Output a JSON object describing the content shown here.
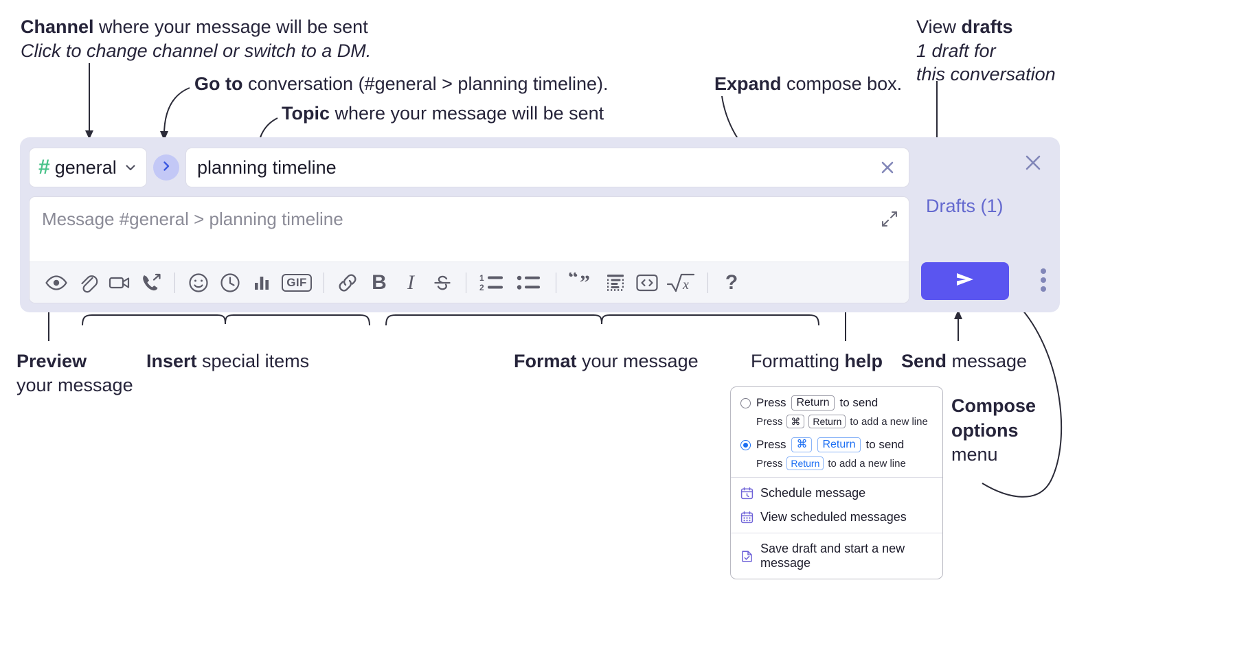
{
  "annotations": {
    "channel": {
      "bold": "Channel",
      "rest": " where your message will be sent",
      "italic": "Click to change channel or switch to a DM."
    },
    "goto": {
      "bold": "Go to",
      "rest": " conversation (#general > planning timeline)."
    },
    "topic": {
      "bold": "Topic",
      "rest": " where your message will be sent"
    },
    "expand": {
      "bold": "Expand",
      "rest": " compose box."
    },
    "drafts": {
      "pre": "View ",
      "bold": "drafts",
      "italic_line1": "1 draft for",
      "italic_line2": "this conversation"
    },
    "preview": {
      "bold": "Preview",
      "line2": "your message"
    },
    "insert": {
      "bold": "Insert",
      "rest": " special items"
    },
    "format": {
      "bold": "Format",
      "rest": " your message"
    },
    "formatting_help": {
      "pre": "Formatting ",
      "bold": "help"
    },
    "send": {
      "bold": "Send",
      "rest": " message"
    },
    "compose_options": {
      "bold_line1": "Compose",
      "bold_line2": "options",
      "line3": "menu"
    }
  },
  "compose": {
    "channel": {
      "hash": "#",
      "name": "general",
      "chevron_icon": "chevron-down-icon"
    },
    "goto_icon": "chevron-right-icon",
    "topic": {
      "value": "planning timeline",
      "clear_icon": "close-icon"
    },
    "message": {
      "placeholder": "Message #general > planning timeline",
      "value": "",
      "expand_icon": "expand-icon"
    },
    "toolbar": [
      {
        "name": "preview-icon",
        "label": "Preview"
      },
      {
        "name": "attachment-icon",
        "label": "Attach file"
      },
      {
        "name": "video-icon",
        "label": "Video clip"
      },
      {
        "name": "audio-call-icon",
        "label": "Audio clip"
      },
      {
        "name": "divider",
        "label": ""
      },
      {
        "name": "emoji-icon",
        "label": "Emoji"
      },
      {
        "name": "reminder-clock-icon",
        "label": "Reminder"
      },
      {
        "name": "poll-bar-chart-icon",
        "label": "Poll"
      },
      {
        "name": "gif-icon",
        "label": "GIF"
      },
      {
        "name": "divider",
        "label": ""
      },
      {
        "name": "link-icon",
        "label": "Link"
      },
      {
        "name": "bold-icon",
        "label": "B"
      },
      {
        "name": "italic-icon",
        "label": "I"
      },
      {
        "name": "strikethrough-icon",
        "label": "Strikethrough"
      },
      {
        "name": "divider",
        "label": ""
      },
      {
        "name": "ordered-list-icon",
        "label": "Ordered list"
      },
      {
        "name": "bulleted-list-icon",
        "label": "Bulleted list"
      },
      {
        "name": "divider",
        "label": ""
      },
      {
        "name": "blockquote-icon",
        "label": "Blockquote"
      },
      {
        "name": "code-block-icon",
        "label": "Code block"
      },
      {
        "name": "inline-code-icon",
        "label": "Code"
      },
      {
        "name": "math-icon",
        "label": "Math"
      },
      {
        "name": "divider",
        "label": ""
      },
      {
        "name": "help-question-icon",
        "label": "?"
      }
    ],
    "rail": {
      "close_icon": "close-icon",
      "drafts_label": "Drafts (1)",
      "send_icon": "send-paper-plane-icon",
      "kebab_icon": "more-vertical-icon"
    }
  },
  "popup": {
    "option1": {
      "selected": false,
      "pre": "Press ",
      "key": "Return",
      "post": " to send",
      "sub_pre": "Press ",
      "sub_key1": "⌘",
      "sub_key2": "Return",
      "sub_post": "to add a new line"
    },
    "option2": {
      "selected": true,
      "pre": "Press ",
      "key1": "⌘",
      "key2": "Return",
      "post": " to send",
      "sub_pre": "Press ",
      "sub_key": "Return",
      "sub_post": "to add a new line"
    },
    "items": [
      {
        "icon": "calendar-clock-icon",
        "label": "Schedule message"
      },
      {
        "icon": "calendar-grid-icon",
        "label": "View scheduled messages"
      },
      {
        "icon": "save-draft-icon",
        "label": "Save draft and start a new message"
      }
    ]
  },
  "colors": {
    "accent_send": "#5a55f0",
    "panel_bg": "#e3e4f2",
    "hash_green": "#4ac38a",
    "drafts_purple": "#6469cf",
    "radio_blue": "#1b6ef3"
  }
}
